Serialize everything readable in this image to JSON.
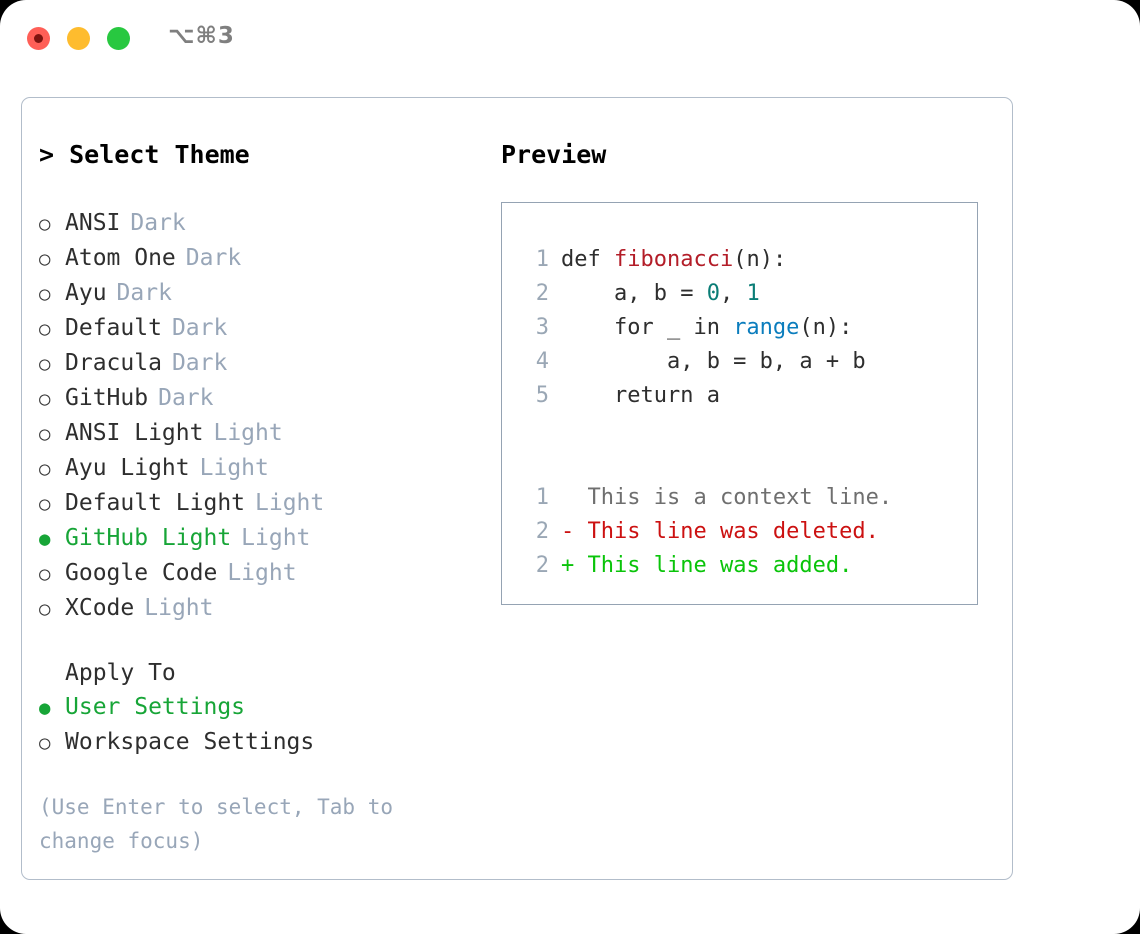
{
  "titlebar": {
    "shortcut": "⌥⌘3",
    "buttons": [
      "close",
      "minimize",
      "zoom"
    ]
  },
  "left": {
    "prompt": "> ",
    "heading": "Select Theme",
    "themes": [
      {
        "marker": "○",
        "name": "ANSI",
        "tag": "Dark",
        "selected": false
      },
      {
        "marker": "○",
        "name": "Atom One",
        "tag": "Dark",
        "selected": false
      },
      {
        "marker": "○",
        "name": "Ayu",
        "tag": "Dark",
        "selected": false
      },
      {
        "marker": "○",
        "name": "Default",
        "tag": "Dark",
        "selected": false
      },
      {
        "marker": "○",
        "name": "Dracula",
        "tag": "Dark",
        "selected": false
      },
      {
        "marker": "○",
        "name": "GitHub",
        "tag": "Dark",
        "selected": false
      },
      {
        "marker": "○",
        "name": "ANSI Light",
        "tag": "Light",
        "selected": false
      },
      {
        "marker": "○",
        "name": "Ayu Light",
        "tag": "Light",
        "selected": false
      },
      {
        "marker": "○",
        "name": "Default Light",
        "tag": "Light",
        "selected": false
      },
      {
        "marker": "●",
        "name": "GitHub Light",
        "tag": "Light",
        "selected": true
      },
      {
        "marker": "○",
        "name": "Google Code",
        "tag": "Light",
        "selected": false
      },
      {
        "marker": "○",
        "name": "XCode",
        "tag": "Light",
        "selected": false
      }
    ],
    "apply_to": {
      "heading": "Apply To",
      "options": [
        {
          "marker": "●",
          "label": "User Settings",
          "selected": true
        },
        {
          "marker": "○",
          "label": "Workspace Settings",
          "selected": false
        }
      ]
    },
    "hint": "(Use Enter to select, Tab to change focus)"
  },
  "right": {
    "title": "Preview",
    "code": [
      {
        "ln": "1",
        "pre": "def ",
        "fn": "fibonacci",
        "post": "(n):"
      },
      {
        "ln": "2",
        "pre": "    a, b = ",
        "num1": "0",
        "mid": ", ",
        "num2": "1"
      },
      {
        "ln": "3",
        "pre": "    for _ in ",
        "call": "range",
        "post": "(n):"
      },
      {
        "ln": "4",
        "pre": "        a, b = b, a + b"
      },
      {
        "ln": "5",
        "pre": "    return a"
      }
    ],
    "diff": [
      {
        "ln": "1",
        "sign": " ",
        "text": " This is a context line.",
        "kind": "context"
      },
      {
        "ln": "2",
        "sign": "-",
        "text": " This line was deleted.",
        "kind": "deleted"
      },
      {
        "ln": "2",
        "sign": "+",
        "text": " This line was added.",
        "kind": "added"
      }
    ]
  },
  "colors": {
    "accent_green": "#17a537",
    "diff_add_green": "#0ac40a",
    "diff_del_red": "#cc1111",
    "token_function": "#b31d28",
    "token_number": "#0a7d76",
    "token_call": "#0b7dbd",
    "muted": "#98a6b8",
    "border": "#b2bdca"
  }
}
